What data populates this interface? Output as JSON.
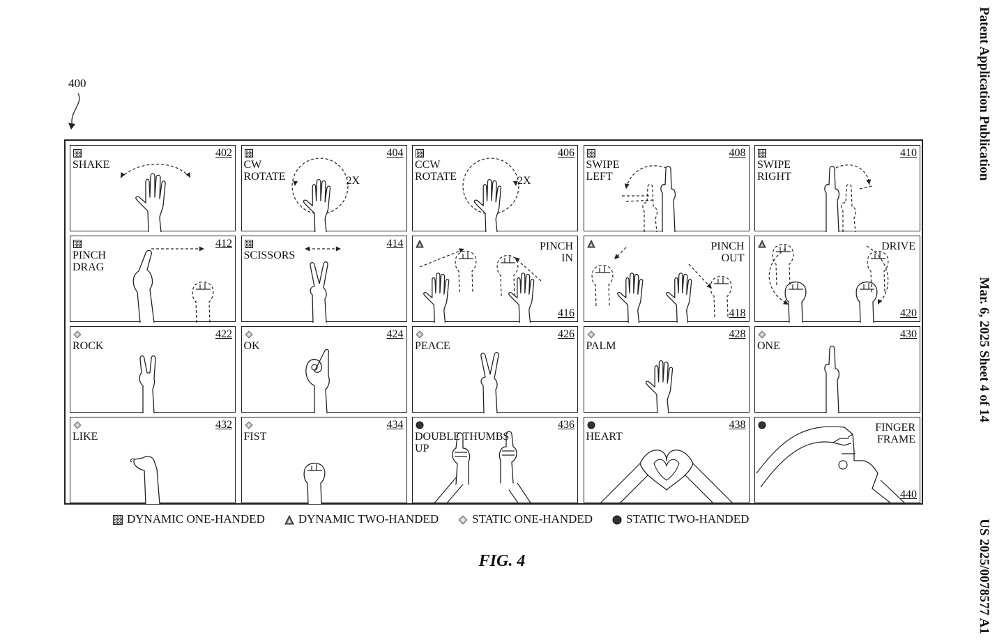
{
  "header": {
    "left": "Patent Application Publication",
    "middle": "Mar. 6, 2025  Sheet 4 of 14",
    "right": "US 2025/0078577 A1"
  },
  "figure_ref": "400",
  "figure_caption": "FIG. 4",
  "legend": [
    {
      "marker": "dynamic-one-handed",
      "label": "DYNAMIC ONE-HANDED"
    },
    {
      "marker": "dynamic-two-handed",
      "label": "DYNAMIC TWO-HANDED"
    },
    {
      "marker": "static-one-handed",
      "label": "STATIC ONE-HANDED"
    },
    {
      "marker": "static-two-handed",
      "label": "STATIC TWO-HANDED"
    }
  ],
  "gestures": [
    {
      "ref": "402",
      "label": "SHAKE",
      "marker": "dynamic-one-handed",
      "art": "shake"
    },
    {
      "ref": "404",
      "label": "CW\nROTATE",
      "extra": "2X",
      "marker": "dynamic-one-handed",
      "art": "rotate-cw"
    },
    {
      "ref": "406",
      "label": "CCW\nROTATE",
      "extra": "2X",
      "marker": "dynamic-one-handed",
      "art": "rotate-ccw"
    },
    {
      "ref": "408",
      "label": "SWIPE\nLEFT",
      "marker": "dynamic-one-handed",
      "art": "swipe-left"
    },
    {
      "ref": "410",
      "label": "SWIPE\nRIGHT",
      "marker": "dynamic-one-handed",
      "art": "swipe-right"
    },
    {
      "ref": "412",
      "label": "PINCH\nDRAG",
      "marker": "dynamic-one-handed",
      "art": "pinch-drag"
    },
    {
      "ref": "414",
      "label": "SCISSORS",
      "marker": "dynamic-one-handed",
      "art": "scissors"
    },
    {
      "ref": "416",
      "label": "PINCH\nIN",
      "marker": "dynamic-two-handed",
      "art": "pinch-in",
      "label_align": "right",
      "ref_pos": "bottom"
    },
    {
      "ref": "418",
      "label": "PINCH\nOUT",
      "marker": "dynamic-two-handed",
      "art": "pinch-out",
      "label_align": "right",
      "ref_pos": "bottom"
    },
    {
      "ref": "420",
      "label": "DRIVE",
      "marker": "dynamic-two-handed",
      "art": "drive",
      "label_align": "right",
      "ref_pos": "bottom"
    },
    {
      "ref": "422",
      "label": "ROCK",
      "marker": "static-one-handed",
      "art": "rock"
    },
    {
      "ref": "424",
      "label": "OK",
      "marker": "static-one-handed",
      "art": "ok"
    },
    {
      "ref": "426",
      "label": "PEACE",
      "marker": "static-one-handed",
      "art": "peace"
    },
    {
      "ref": "428",
      "label": "PALM",
      "marker": "static-one-handed",
      "art": "palm"
    },
    {
      "ref": "430",
      "label": "ONE",
      "marker": "static-one-handed",
      "art": "one"
    },
    {
      "ref": "432",
      "label": "LIKE",
      "marker": "static-one-handed",
      "art": "like"
    },
    {
      "ref": "434",
      "label": "FIST",
      "marker": "static-one-handed",
      "art": "fist"
    },
    {
      "ref": "436",
      "label": "DOUBLE THUMBS\nUP",
      "marker": "static-two-handed",
      "art": "double-thumbs"
    },
    {
      "ref": "438",
      "label": "HEART",
      "marker": "static-two-handed",
      "art": "heart"
    },
    {
      "ref": "440",
      "label": "FINGER\nFRAME",
      "marker": "static-two-handed",
      "art": "finger-frame",
      "label_align": "right",
      "ref_pos": "bottom"
    }
  ]
}
